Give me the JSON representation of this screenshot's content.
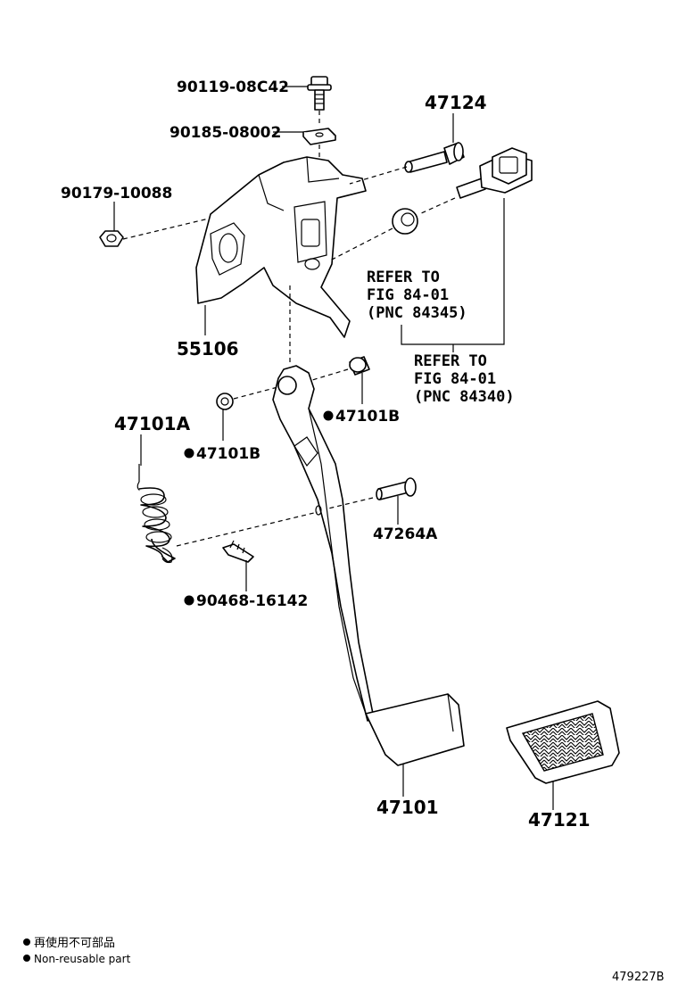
{
  "labels": {
    "bolt": "90119-08C42",
    "washer": "90185-08002",
    "nut": "90179-10088",
    "pin_47124": "47124",
    "bracket": "55106",
    "refer1_line1": "REFER TO",
    "refer1_line2": "FIG 84-01",
    "refer1_line3": "(PNC 84345)",
    "refer2_line1": "REFER TO",
    "refer2_line2": "FIG 84-01",
    "refer2_line3": "(PNC 84340)",
    "spring": "47101A",
    "bushing_right": "47101B",
    "bushing_left": "47101B",
    "pin_47264A": "47264A",
    "clip": "90468-16142",
    "pedal": "47101",
    "pad": "47121"
  },
  "legend": {
    "line_jp": "再使用不可部品",
    "line_en": "Non-reusable part"
  },
  "figure_number": "479227B"
}
